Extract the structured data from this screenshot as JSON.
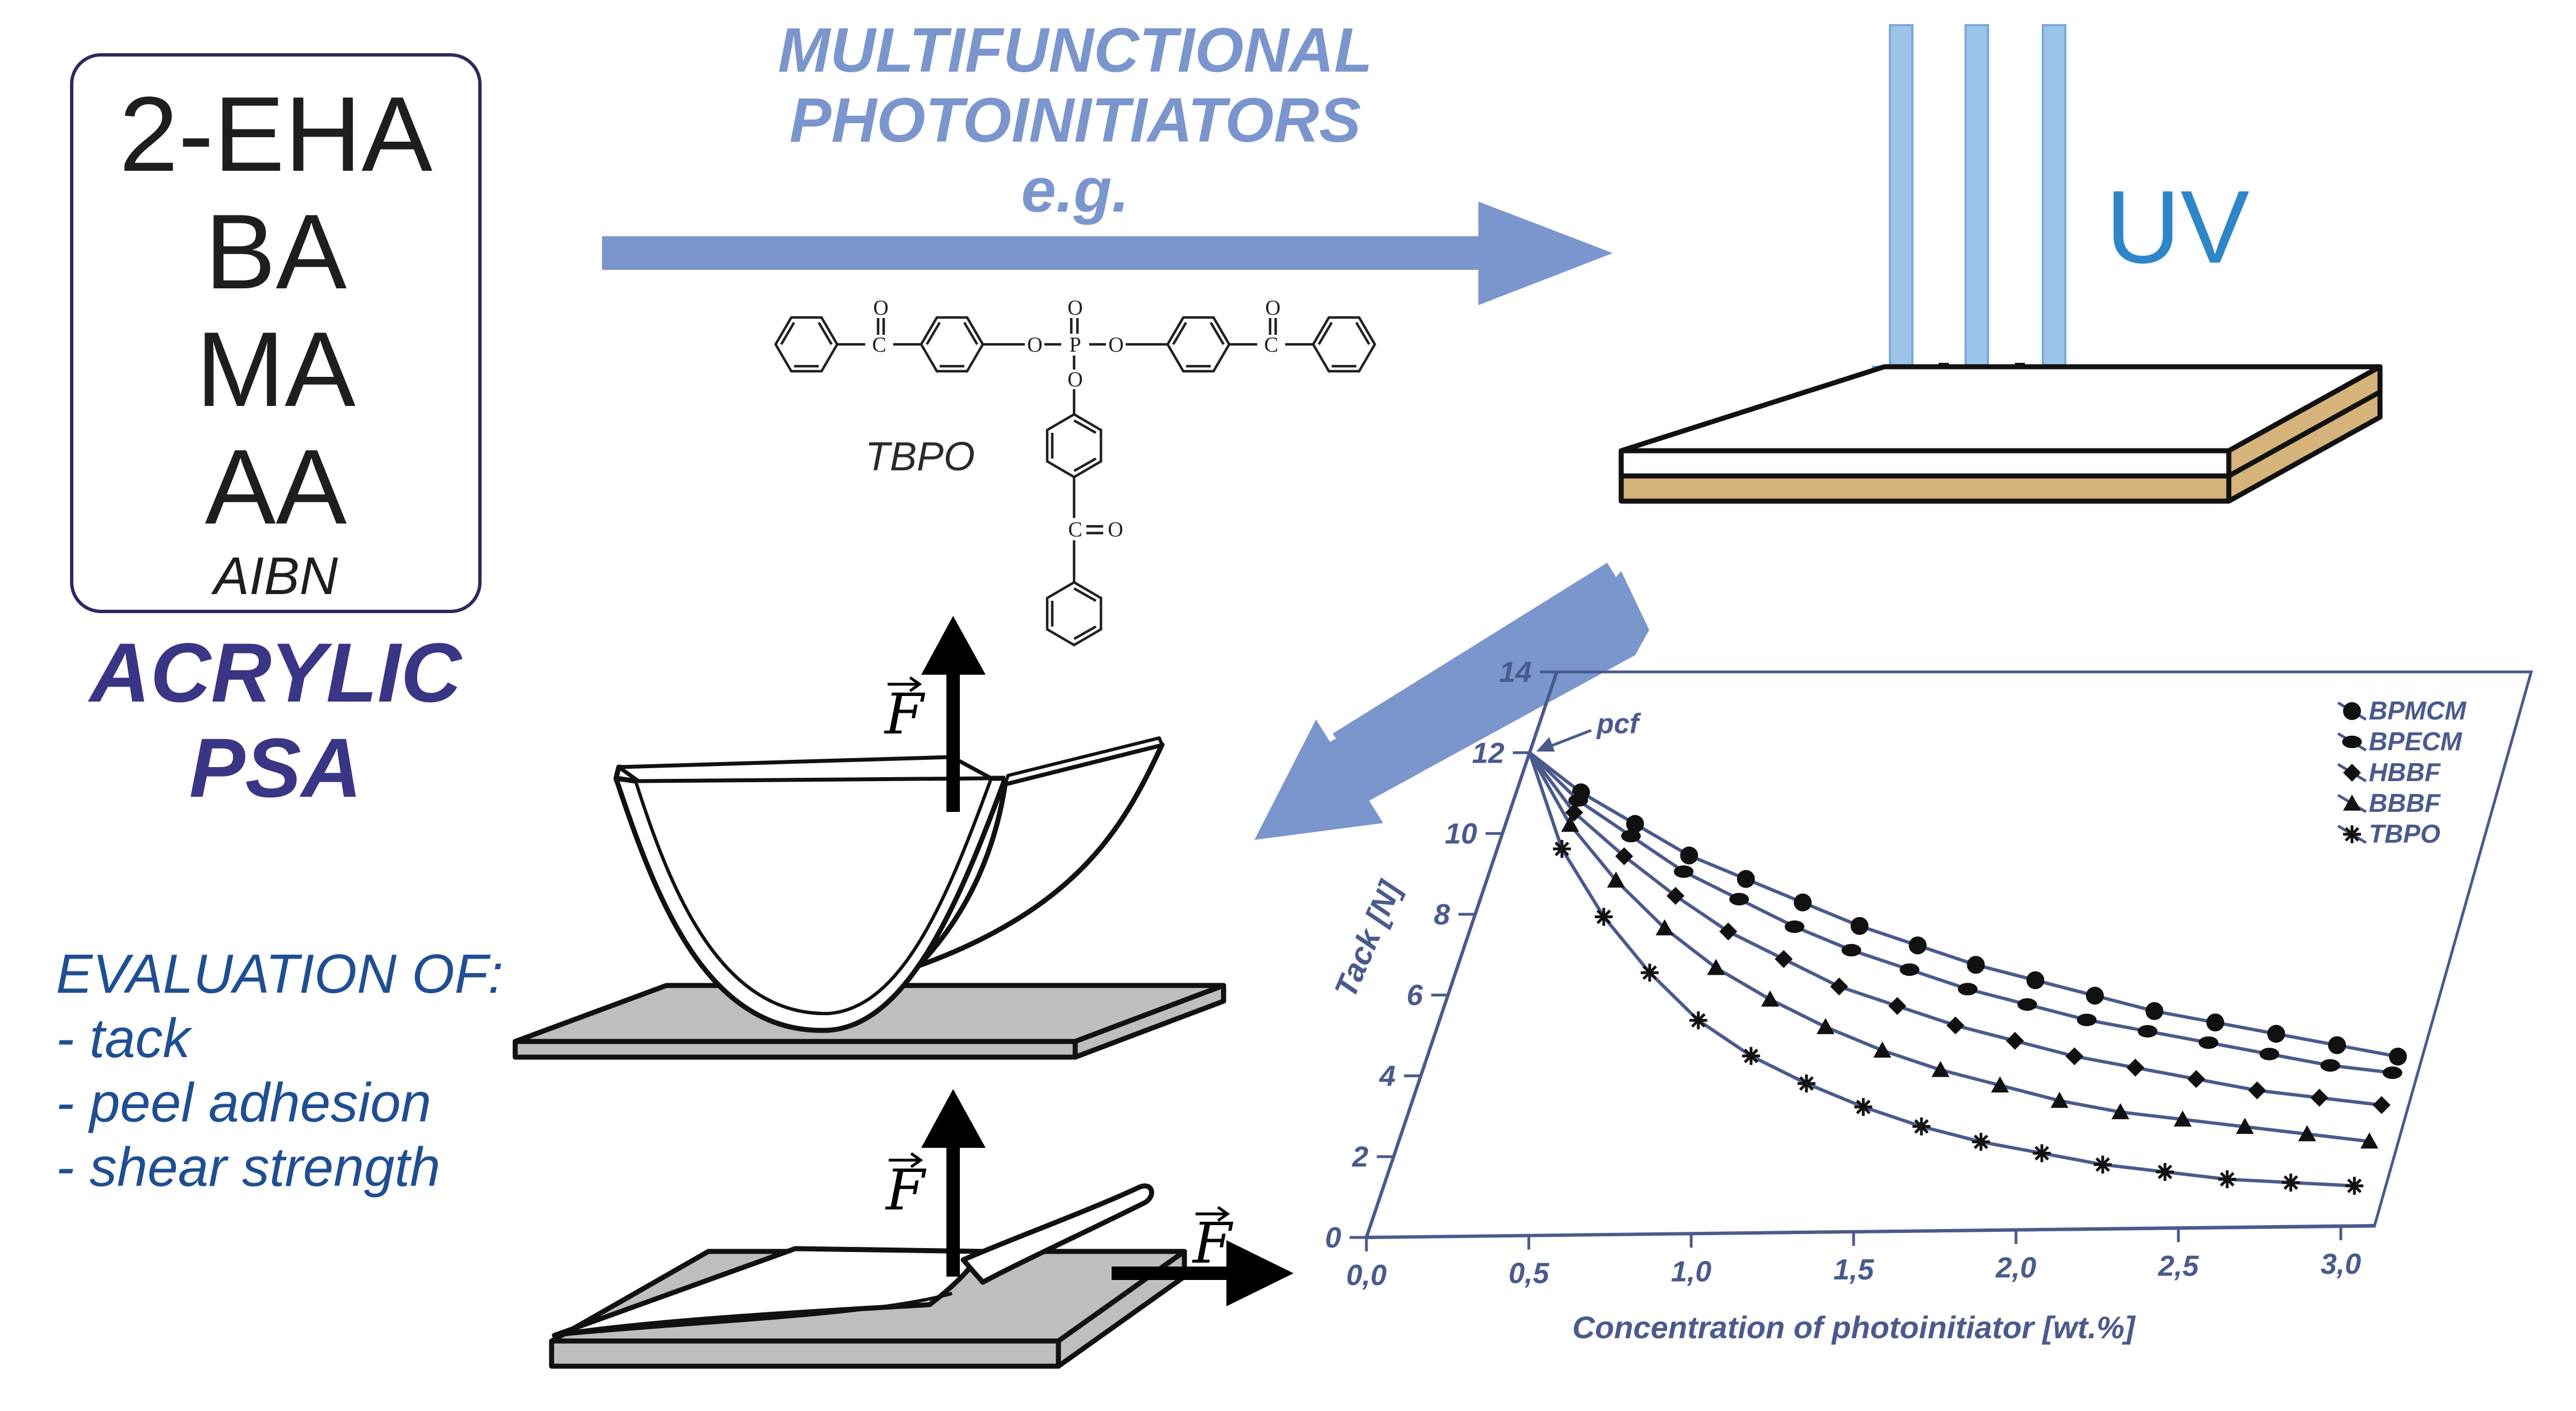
{
  "monomers": [
    "2-EHA",
    "BA",
    "MA",
    "AA"
  ],
  "initiator_label": "AIBN",
  "psa_title": [
    "ACRYLIC",
    "PSA"
  ],
  "photoinitiators_title": [
    "MULTIFUNCTIONAL",
    "PHOTOINITIATORS",
    "e.g."
  ],
  "molecule": {
    "label": "TBPO",
    "atoms": {
      "carbon": "C",
      "oxygen": "O",
      "phosphorus": "P"
    }
  },
  "uv_label": "UV",
  "force_symbol": "F",
  "evaluation": {
    "title": "EVALUATION OF:",
    "items": [
      "- tack",
      "- peel adhesion",
      "- shear strength"
    ]
  },
  "colors": {
    "arrow_blue": "#7b95cd",
    "uv_arrow": "#9cc3ea",
    "uv_text": "#2e86c8",
    "psa_purple": "#3a3585",
    "eval_blue": "#1f4e92",
    "chart_axis": "#4a5a8c",
    "backing_tan": "#d6b37a",
    "substrate_gray": "#bebebe"
  },
  "chart_data": {
    "type": "line",
    "title": "",
    "xlabel": "Concentration of photoinitiator [wt.%]",
    "ylabel": "Tack [N]",
    "xlim": [
      0,
      3.0
    ],
    "ylim": [
      0,
      14
    ],
    "xticks": [
      "0,0",
      "0,5",
      "1,0",
      "1,5",
      "2,0",
      "2,5",
      "3,0"
    ],
    "yticks": [
      "0",
      "2",
      "4",
      "6",
      "8",
      "10",
      "12",
      "14"
    ],
    "annotation": "pcf",
    "legend_placement": "top-right",
    "grid": false,
    "series": [
      {
        "name": "BPMCM",
        "marker": "circle",
        "x": [
          0.0,
          0.2,
          0.4,
          0.6,
          0.8,
          1.0,
          1.2,
          1.4,
          1.6,
          1.8,
          2.0,
          2.2,
          2.4,
          2.6,
          2.8,
          3.0
        ],
        "y": [
          12.0,
          11.0,
          10.2,
          9.4,
          8.8,
          8.2,
          7.6,
          7.1,
          6.6,
          6.2,
          5.8,
          5.4,
          5.1,
          4.8,
          4.5,
          4.2
        ]
      },
      {
        "name": "BPECM",
        "marker": "ellipse",
        "x": [
          0.0,
          0.2,
          0.4,
          0.6,
          0.8,
          1.0,
          1.2,
          1.4,
          1.6,
          1.8,
          2.0,
          2.2,
          2.4,
          2.6,
          2.8,
          3.0
        ],
        "y": [
          12.0,
          10.8,
          9.9,
          9.0,
          8.3,
          7.6,
          7.0,
          6.5,
          6.0,
          5.6,
          5.2,
          4.9,
          4.6,
          4.3,
          4.0,
          3.8
        ]
      },
      {
        "name": "HBBF",
        "marker": "diamond",
        "x": [
          0.0,
          0.2,
          0.4,
          0.6,
          0.8,
          1.0,
          1.2,
          1.4,
          1.6,
          1.8,
          2.0,
          2.2,
          2.4,
          2.6,
          2.8,
          3.0
        ],
        "y": [
          12.0,
          10.5,
          9.4,
          8.4,
          7.5,
          6.8,
          6.1,
          5.6,
          5.1,
          4.7,
          4.3,
          4.0,
          3.7,
          3.4,
          3.2,
          3.0
        ]
      },
      {
        "name": "BBBF",
        "marker": "triangle",
        "x": [
          0.0,
          0.2,
          0.4,
          0.6,
          0.8,
          1.0,
          1.2,
          1.4,
          1.6,
          1.8,
          2.0,
          2.2,
          2.4,
          2.6,
          2.8,
          3.0
        ],
        "y": [
          12.0,
          10.2,
          8.8,
          7.6,
          6.6,
          5.8,
          5.1,
          4.5,
          4.0,
          3.6,
          3.2,
          2.9,
          2.7,
          2.5,
          2.3,
          2.1
        ]
      },
      {
        "name": "TBPO",
        "marker": "star",
        "x": [
          0.0,
          0.2,
          0.4,
          0.6,
          0.8,
          1.0,
          1.2,
          1.4,
          1.6,
          1.8,
          2.0,
          2.2,
          2.4,
          2.6,
          2.8,
          3.0
        ],
        "y": [
          12.0,
          9.6,
          7.9,
          6.5,
          5.3,
          4.4,
          3.7,
          3.1,
          2.6,
          2.2,
          1.9,
          1.6,
          1.4,
          1.2,
          1.1,
          1.0
        ]
      }
    ]
  }
}
